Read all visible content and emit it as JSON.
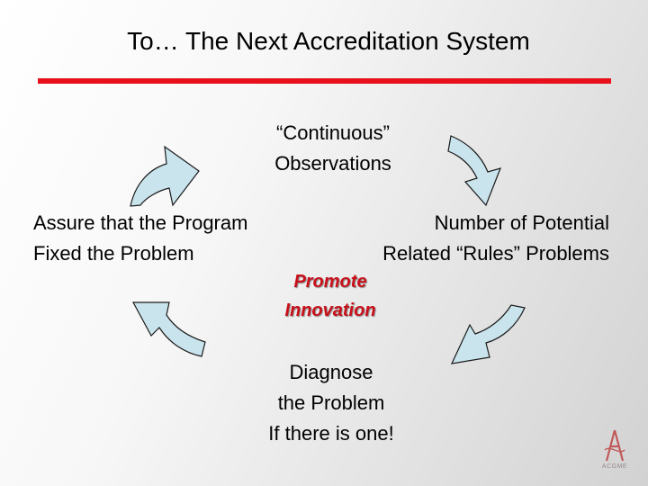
{
  "slide": {
    "title": "To… The Next Accreditation System",
    "accent_color": "#e8101a",
    "arrow_fill": "#c9e4ec",
    "arrow_stroke": "#1a1a1a"
  },
  "cycle": {
    "top": {
      "line1": "“Continuous”",
      "line2": "Observations"
    },
    "right": {
      "line1": "Number of Potential",
      "line2": "Related “Rules” Problems"
    },
    "center": {
      "line1": "Promote",
      "line2": "Innovation",
      "color": "#c8101a"
    },
    "bottom": {
      "line1": "Diagnose",
      "line2": "the Problem",
      "line3": "If there is one!"
    },
    "left": {
      "line1": "Assure that the Program",
      "line2": "Fixed the Problem"
    }
  },
  "logo": {
    "text": "ACGME"
  }
}
